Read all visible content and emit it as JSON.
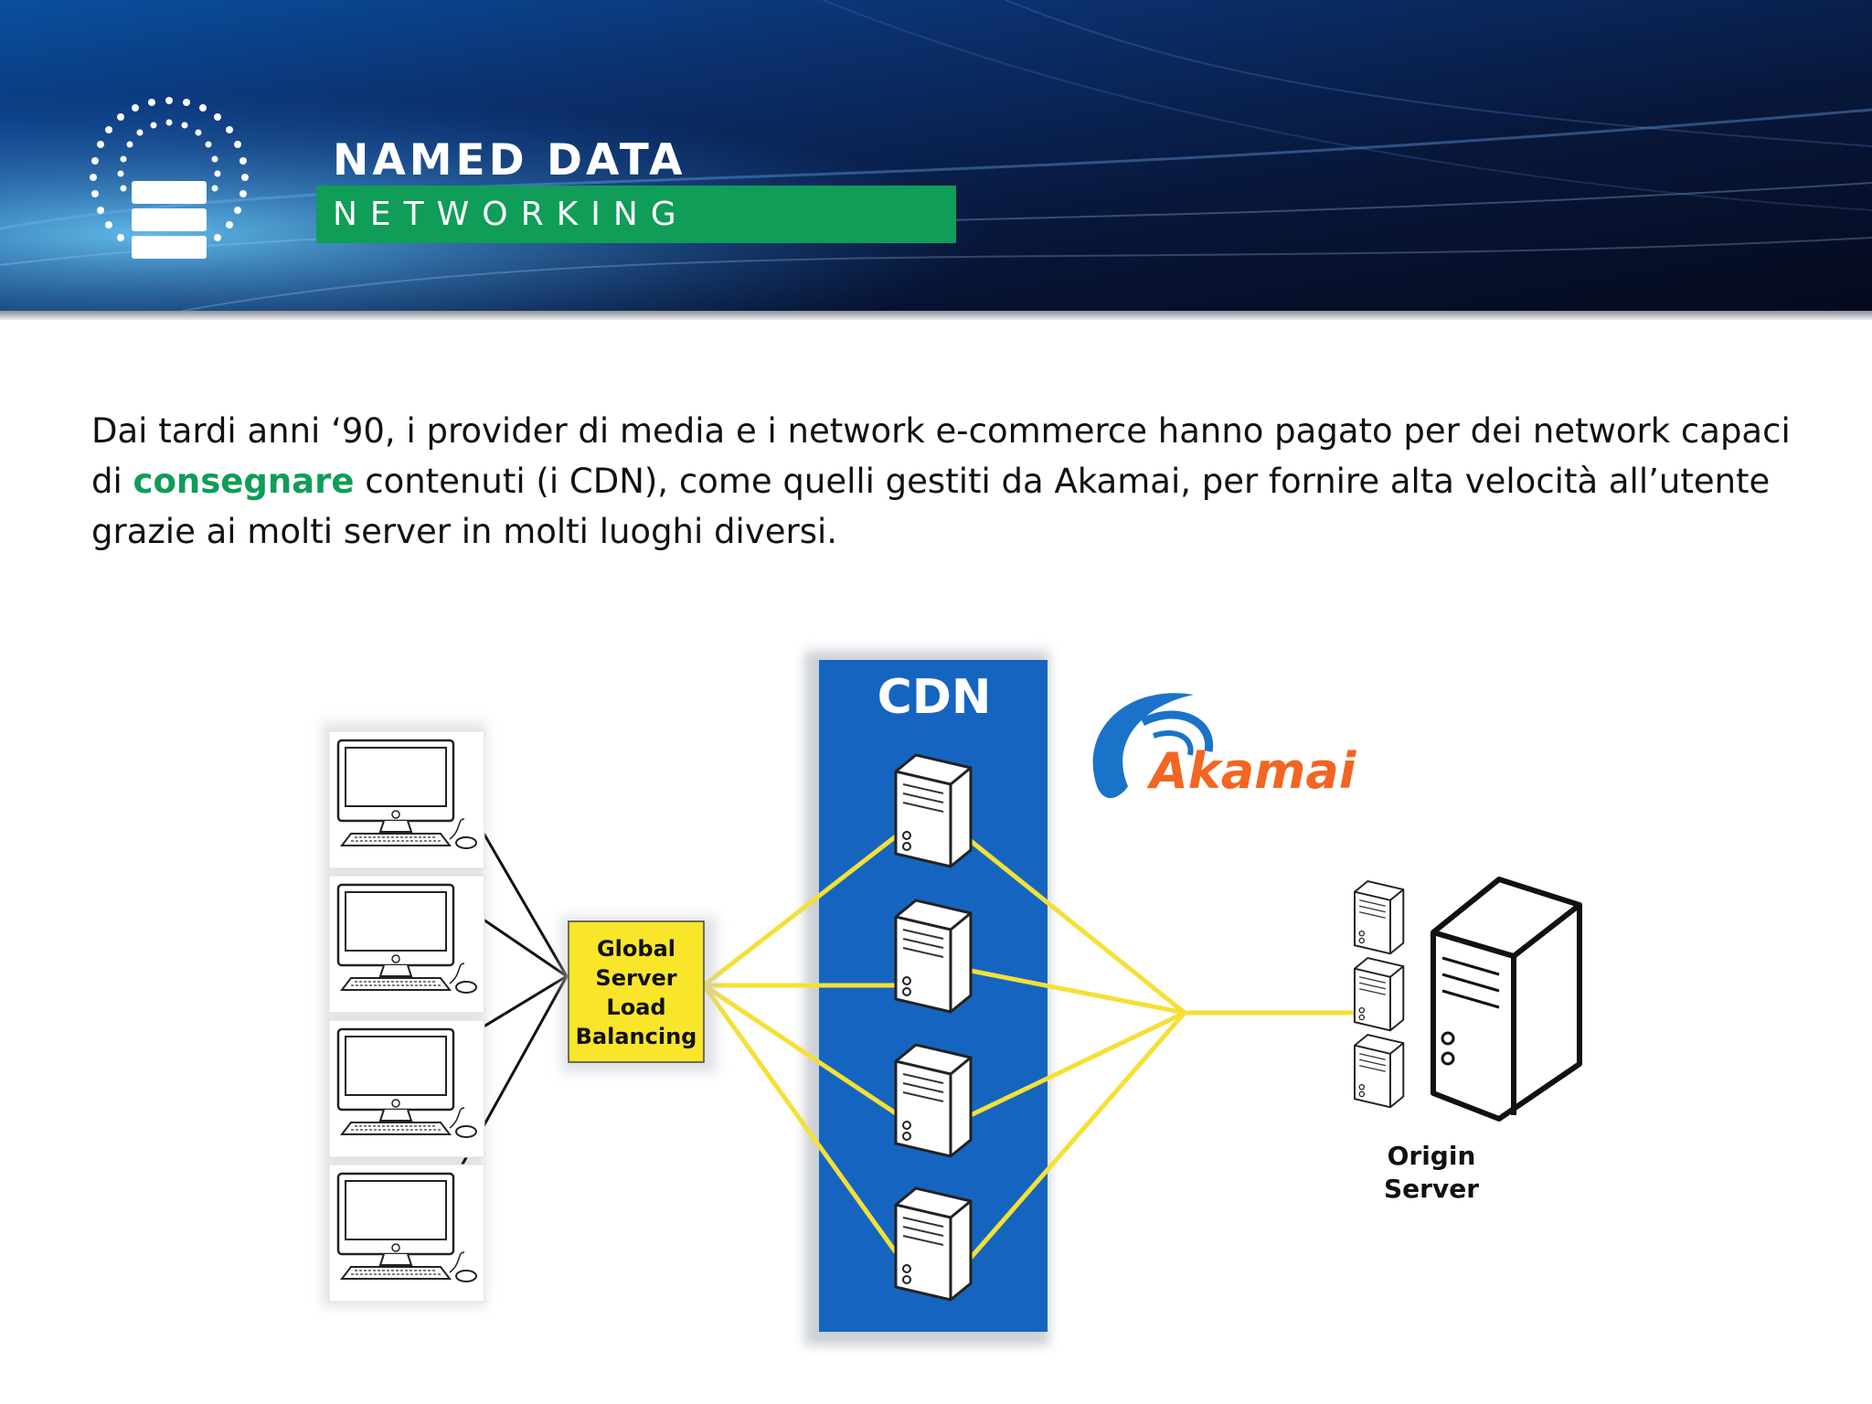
{
  "header": {
    "title": "NAMED DATA",
    "subtitle": "NETWORKING",
    "logo_icon": "database-signal-icon",
    "accent_color": "#0f9d58"
  },
  "intro": {
    "part1": "Dai tardi anni ‘90, i provider di media e i network e-commerce hanno pagato per dei network capaci di ",
    "highlight": "consegnare",
    "part2": " contenuti (i CDN), come quelli gestiti da Akamai, per fornire alta velocità all’utente grazie ai molti server in molti luoghi diversi."
  },
  "diagram": {
    "cdn_label": "CDN",
    "gslb_label_lines": [
      "Global",
      "Server",
      "Load",
      "Balancing"
    ],
    "origin_label_lines": [
      "Origin",
      "Server"
    ],
    "akamai_logo_text": "Akamai",
    "client_icons": [
      "desktop-computer-icon",
      "desktop-computer-icon",
      "desktop-computer-icon",
      "desktop-computer-icon"
    ],
    "edge_server_icons": [
      "server-icon",
      "server-icon",
      "server-icon",
      "server-icon"
    ],
    "colors": {
      "cdn_panel": "#1565c0",
      "gslb_box": "#f9e52a",
      "links": "#f5e035",
      "akamai_blue": "#1a73c9",
      "akamai_orange": "#f26522"
    }
  }
}
